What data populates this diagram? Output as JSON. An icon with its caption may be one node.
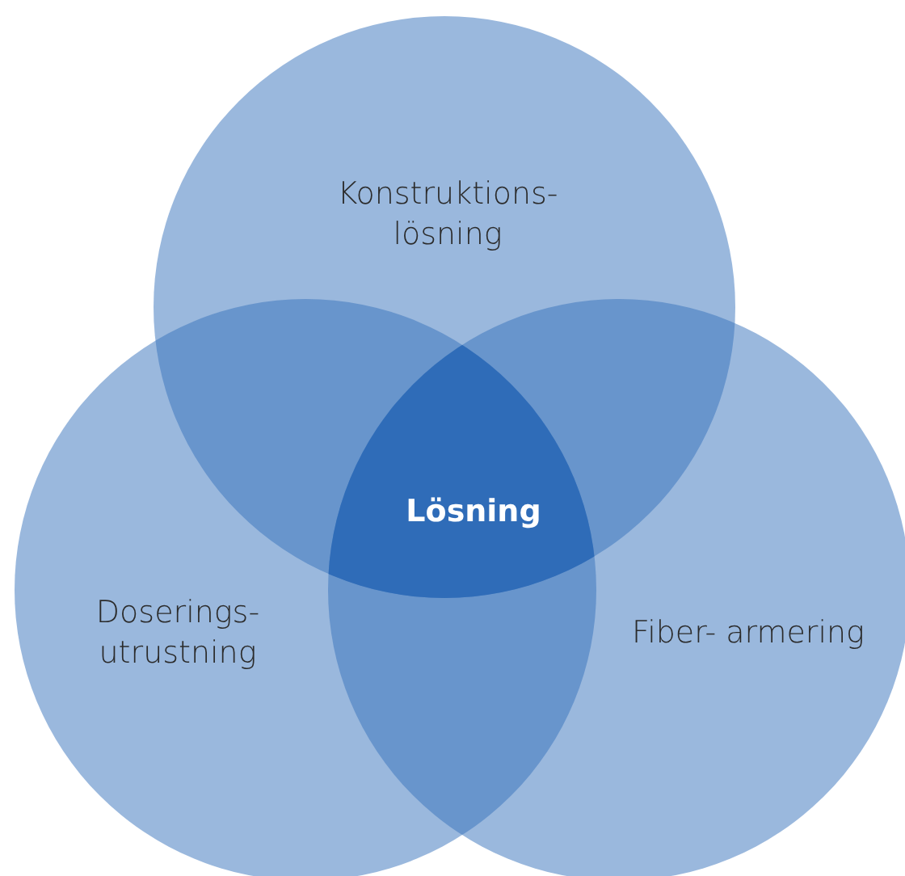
{
  "diagram": {
    "nodes": [
      {
        "text": [
          "Konstruktions- lösning"
        ]
      },
      {
        "text": [
          "Doserings- utrustning"
        ]
      },
      {
        "text": [
          "Fiber- armering"
        ]
      },
      {
        "text": [
          "Lösning"
        ]
      }
    ],
    "edges": []
  }
}
